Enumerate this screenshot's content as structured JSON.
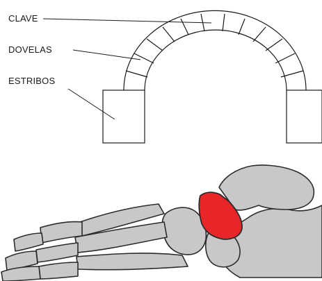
{
  "labels": {
    "keystone": "CLAVE",
    "voussoirs": "DOVELAS",
    "abutments": "ESTRIBOS"
  },
  "colors": {
    "line": "#1a1a1a",
    "bone_fill": "#c8c8c8",
    "bone_outline": "#2b2b2b",
    "highlight_bone": "#e8262a"
  }
}
